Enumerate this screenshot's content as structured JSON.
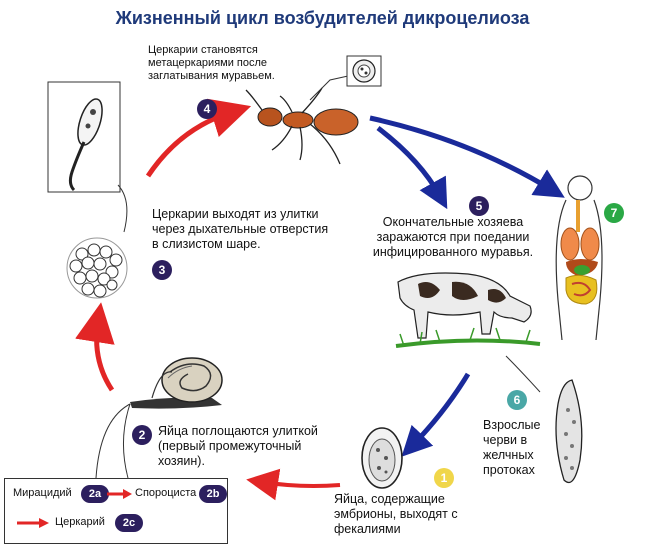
{
  "title": "Жизненный цикл возбудителей дикроцелиоза",
  "colors": {
    "title": "#1f3a7a",
    "badge_dark": "#2c1f5e",
    "badge_teal": "#4aa7a6",
    "badge_green": "#2aa845",
    "badge_yellow": "#f0d64a",
    "arrow_red": "#e22626",
    "arrow_blue": "#1a2a9a"
  },
  "steps": {
    "s1": {
      "badge": "1",
      "text": [
        "Яйца, содержащие",
        "эмбрионы, выходят с",
        "фекалиями"
      ]
    },
    "s2": {
      "badge": "2",
      "text": [
        "Яйца поглощаются улиткой",
        "(первый промежуточный",
        "хозяин)."
      ]
    },
    "s3": {
      "badge": "3",
      "text": [
        "Церкарии выходят из улитки",
        "через дыхательные отверстия",
        "в слизистом шаре."
      ]
    },
    "s4": {
      "badge": "4",
      "text": [
        "Церкарии становятся",
        "метацеркариями после",
        "заглатывания муравьем."
      ]
    },
    "s5": {
      "badge": "5",
      "text": [
        "Окончательные хозяева",
        "заражаются при поедании",
        "инфицированного муравья."
      ]
    },
    "s6": {
      "badge": "6",
      "text": [
        "Взрослые",
        "черви в",
        "желчных",
        "протоках"
      ]
    },
    "s7": {
      "badge": "7"
    }
  },
  "legend": {
    "miracidium": "Мирацидий",
    "badge_2a": "2a",
    "sporocyst": "Спороциста",
    "badge_2b": "2b",
    "cercaria": "Церкарий",
    "badge_2c": "2c"
  },
  "icons": [
    "ant-icon",
    "cow-icon",
    "snail-icon",
    "egg-icon",
    "slime-ball-icon",
    "cercaria-icon",
    "adult-worm-icon",
    "human-organs-icon",
    "metacercaria-icon"
  ]
}
